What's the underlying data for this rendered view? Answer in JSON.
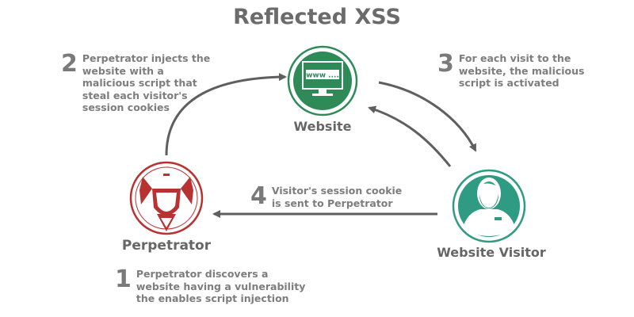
{
  "title": "Reflected XSS",
  "nodes": {
    "website": {
      "label": "Website",
      "icon": "monitor-www-icon",
      "screen_text": "www ....",
      "color": "#2e8b57"
    },
    "perpetrator": {
      "label": "Perpetrator",
      "icon": "hacker-mask-icon",
      "color": "#b83232"
    },
    "visitor": {
      "label": "Website Visitor",
      "icon": "user-icon",
      "color": "#2e9b82"
    }
  },
  "steps": [
    {
      "number": "1",
      "text": "Perpetrator discovers a website having a vulnerability the enables script injection"
    },
    {
      "number": "2",
      "text": "Perpetrator injects the website with a malicious script that steal each visitor's session cookies"
    },
    {
      "number": "3",
      "text": "For each visit to the website, the malicious script is activated"
    },
    {
      "number": "4",
      "text": "Visitor's session cookie is sent to Perpetrator"
    }
  ],
  "arrow_color": "#5f5f5f"
}
